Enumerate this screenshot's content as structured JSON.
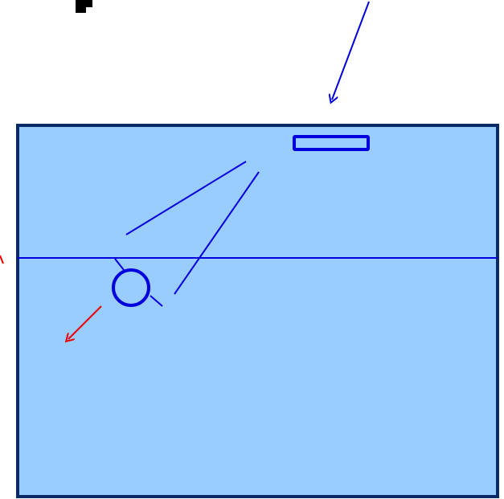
{
  "title": "",
  "colors": {
    "background": "#ffffff",
    "tank_fill": "#99ccff",
    "tank_border": "#0a2a66",
    "blue_stroke": "#0000dd",
    "red_arrow": "#ee0000",
    "partial_text": "#000000"
  },
  "elements": {
    "tank": "container",
    "waterline": "horizontal-line",
    "slot": "rectangle-slot",
    "circle": "circle",
    "incoming_arrow": "arrow",
    "outgoing_arrow": "arrow"
  }
}
